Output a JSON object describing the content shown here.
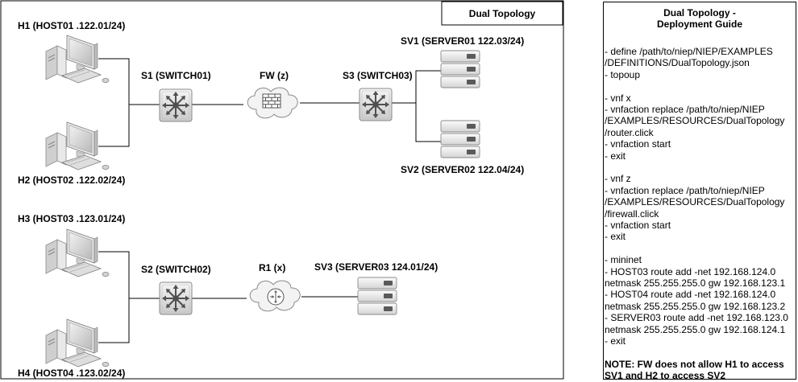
{
  "diagram": {
    "title": "Dual Topology",
    "nodes": {
      "h1": "H1 (HOST01 .122.01/24)",
      "h2": "H2 (HOST02 .122.02/24)",
      "h3": "H3 (HOST03 .123.01/24)",
      "h4": "H4 (HOST04 .123.02/24)",
      "s1": "S1 (SWITCH01)",
      "s2": "S2 (SWITCH02)",
      "s3": "S3 (SWITCH03)",
      "fw": "FW (z)",
      "r1": "R1 (x)",
      "sv1": "SV1 (SERVER01 122.03/24)",
      "sv2": "SV2 (SERVER02 122.04/24)",
      "sv3": "SV3 (SERVER03 124.01/24)"
    }
  },
  "guide": {
    "title_line1": "Dual Topology -",
    "title_line2": "Deployment Guide",
    "lines": [
      "- define /path/to/niep/NIEP/EXAMPLES",
      "/DEFINITIONS/DualTopology.json",
      "- topoup",
      "",
      "- vnf x",
      "- vnfaction replace /path/to/niep/NIEP",
      "/EXAMPLES/RESOURCES/DualTopology",
      "/router.click",
      "- vnfaction start",
      "- exit",
      "",
      "- vnf z",
      "- vnfaction replace /path/to/niep/NIEP",
      "/EXAMPLES/RESOURCES/DualTopology",
      "/firewall.click",
      "- vnfaction start",
      "- exit",
      "",
      "- mininet",
      "- HOST03 route add -net 192.168.124.0",
      "netmask 255.255.255.0 gw 192.168.123.1",
      "- HOST04 route add -net 192.168.124.0",
      "netmask 255.255.255.0 gw 192.168.123.2",
      "- SERVER03 route add -net 192.168.123.0",
      "netmask 255.255.255.0 gw 192.168.124.1",
      "- exit"
    ],
    "note_line1": "NOTE: FW does not allow H1 to access",
    "note_line2": "SV1 and H2 to access SV2"
  }
}
